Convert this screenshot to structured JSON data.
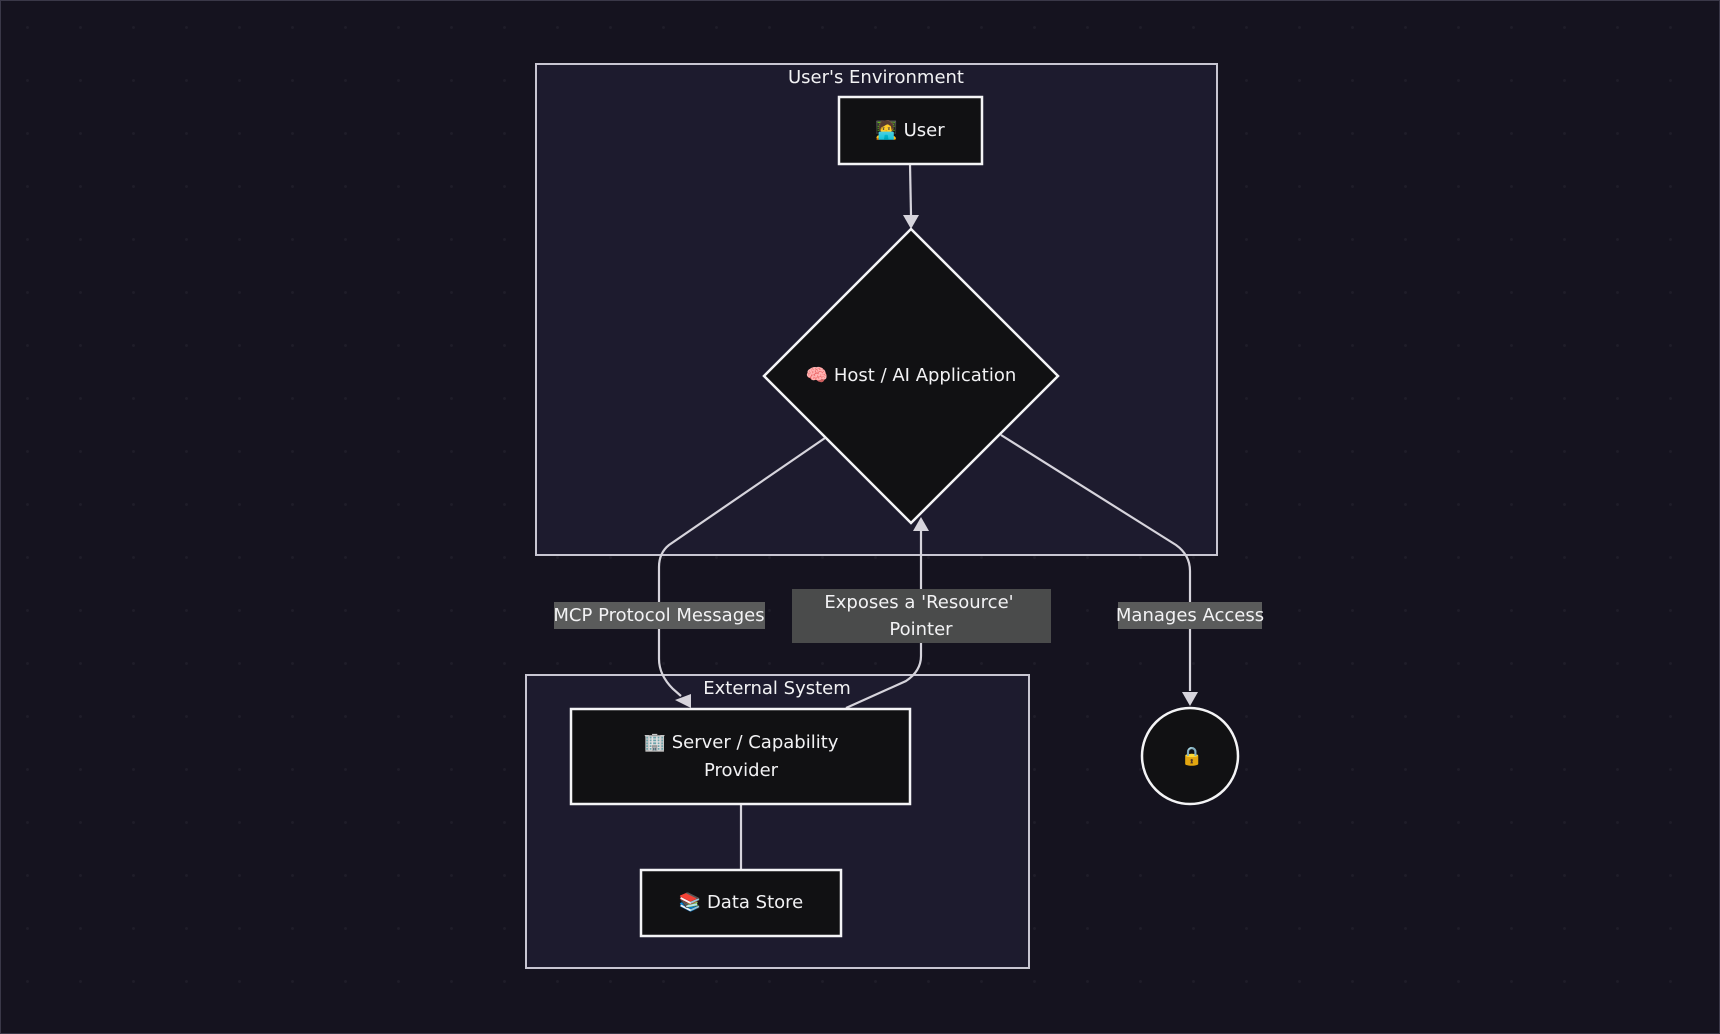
{
  "clusters": {
    "user_env": {
      "label": "User's Environment"
    },
    "external": {
      "label": "External System"
    }
  },
  "nodes": {
    "user": {
      "icon": "🧑‍💻",
      "label": "User"
    },
    "host": {
      "icon": "🧠",
      "label": "Host / AI Application"
    },
    "server": {
      "icon": "🏢",
      "label_line1": "Server / Capability",
      "label_line2": "Provider"
    },
    "datastore": {
      "icon": "📚",
      "label": "Data Store"
    },
    "lock": {
      "icon": "🔒"
    }
  },
  "edges": {
    "mcp": {
      "label": "MCP Protocol Messages"
    },
    "resource": {
      "label_line1": "Exposes a 'Resource'",
      "label_line2": "Pointer"
    },
    "access": {
      "label": "Manages Access"
    }
  },
  "colors": {
    "background": "#15131f",
    "cluster_fill": "#1d1b2e",
    "node_fill": "#111113",
    "edge": "#d6d4dc",
    "label_bg": "#4a4b4b"
  }
}
